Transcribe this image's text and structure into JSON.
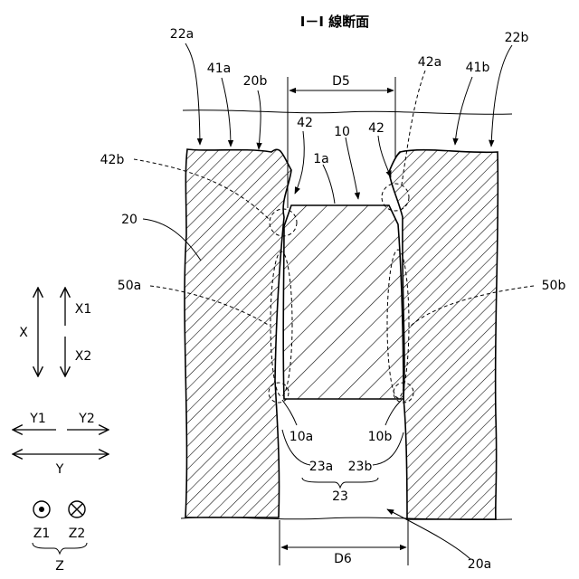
{
  "title": "I－I 線断面",
  "labels": {
    "l22a": "22a",
    "l22b": "22b",
    "l41a": "41a",
    "l41b": "41b",
    "l20b": "20b",
    "l42a": "42a",
    "l42b": "42b",
    "l42_left": "42",
    "l42_right": "42",
    "l10": "10",
    "l1a": "1a",
    "l20": "20",
    "l50a": "50a",
    "l50b": "50b",
    "l10a": "10a",
    "l10b": "10b",
    "l23a": "23a",
    "l23b": "23b",
    "l23": "23",
    "l20a": "20a",
    "d5": "D5",
    "d6": "D6"
  },
  "axes": {
    "x": "X",
    "x1": "X1",
    "x2": "X2",
    "y": "Y",
    "y1": "Y1",
    "y2": "Y2",
    "z": "Z",
    "z1": "Z1",
    "z2": "Z2"
  }
}
